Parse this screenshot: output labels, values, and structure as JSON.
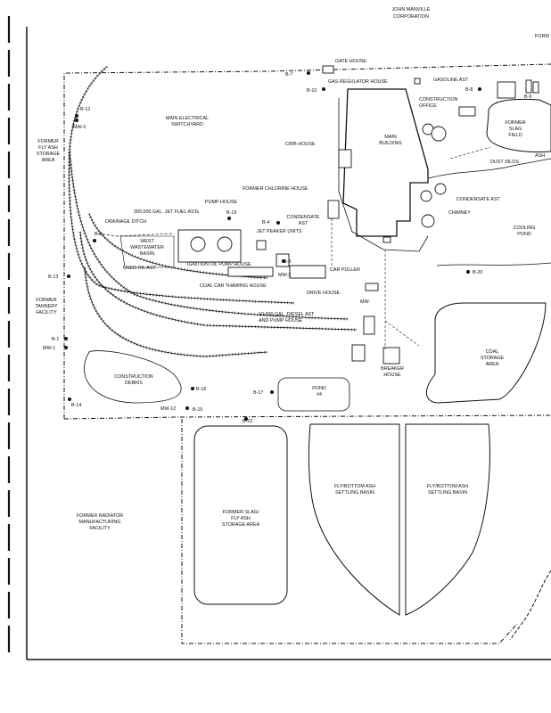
{
  "owner": [
    "JOHN MANVILLE",
    "CORPORATION"
  ],
  "edge_fragments": {
    "top_right": "FORM",
    "ash": "ASH"
  },
  "areas": {
    "fly_ash_storage": [
      "FORMER",
      "FLY ASH",
      "STORAGE",
      "AREA"
    ],
    "tannery": [
      "FORMER",
      "TANNERY",
      "FACILITY"
    ],
    "radiator": [
      "FORMER RADIATOR",
      "MANUFACTURING",
      "FACILITY"
    ],
    "slag_fly_ash": [
      "FORMER SLAG/",
      "FLY ASH",
      "STORAGE AREA"
    ],
    "settling_1": [
      "FLY/BOTTOM ASH",
      "SETTLING BASIN"
    ],
    "settling_2": [
      "FLY/BOTTOM ASH",
      "SETTLING BASIN"
    ],
    "slag_field": [
      "FORMER",
      "SLAG",
      "FIELD"
    ],
    "cooling_pond": [
      "COOLING",
      "POND"
    ],
    "coal_storage": [
      "COAL",
      "STORAGE",
      "AREA"
    ],
    "construction_debris": [
      "CONSTRUCTION",
      "DEBRIS"
    ],
    "pond": [
      "POND",
      "#4"
    ],
    "west_basin": [
      "WEST",
      "WASTEWATER",
      "BASIN"
    ]
  },
  "facilities": {
    "gate_house": "GATE HOUSE",
    "gas_regulator_house": "GAS REGULATOR HOUSE",
    "gasoline_ast": "GASOLINE AST",
    "construction_office": [
      "CONSTRUCTION",
      "OFFICE"
    ],
    "main_switchyard": [
      "MAIN ELECTRICAL",
      "SWITCHYARD"
    ],
    "crib_house": "CRIB HOUSE",
    "main_building": [
      "MAIN",
      "BUILDING"
    ],
    "dust_silos": "DUST SILOS",
    "former_chlorine_house": "FORMER CHLORINE HOUSE",
    "condensate_ast_right": "CONDENSATE AST",
    "chimney": "CHIMNEY",
    "pump_house": "PUMP HOUSE",
    "jet_fuel_asts": "300,000 GAL. JET FUEL ASTs",
    "drainage_ditch": "DRAINAGE DITCH",
    "condensate_ast_left": [
      "CONDENSATE",
      "AST"
    ],
    "jet_peaker_units": "JET PEAKER UNITS",
    "used_oil_ast": "USED OIL AST",
    "ignition_oil_pump_house": "IGNITION OIL PUMP HOUSE",
    "car_puller": "CAR PULLER",
    "coal_car_thawing_house": "COAL CAR THAWING HOUSE",
    "drive_house": "DRIVE HOUSE",
    "diesel_ast": [
      "10,000 GAL. DIESEL AST",
      "AND PUMP HOUSE"
    ],
    "breaker_house": [
      "BREAKER",
      "HOUSE"
    ]
  },
  "points": {
    "b7": "B-7",
    "b10": "B-10",
    "b8": "B-8",
    "b9": "B-9",
    "b12": "B-12",
    "mw3": "MW-3",
    "b19": "B-19",
    "b4": "B-4",
    "b2": "B-2",
    "b3": "B-3",
    "mw2": "MW-2",
    "b20": "B-20",
    "b13": "B-13",
    "b1": "B-1",
    "mw1": "MW-1",
    "b16": "B-16",
    "b17": "B-17",
    "b14": "B-14",
    "mw12": "MW-12",
    "b15": "B-15",
    "b22": "B-22",
    "mw": "MW-"
  }
}
